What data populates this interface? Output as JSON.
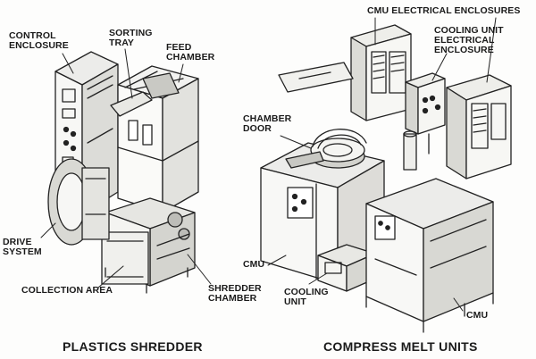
{
  "labels": {
    "control_enclosure": "CONTROL\nENCLOSURE",
    "sorting_tray": "SORTING\nTRAY",
    "feed_chamber": "FEED\nCHAMBER",
    "drive_system": "DRIVE\nSYSTEM",
    "collection_area": "COLLECTION AREA",
    "shredder_chamber": "SHREDDER\nCHAMBER",
    "cmu_electrical_enclosures": "CMU ELECTRICAL ENCLOSURES",
    "cooling_unit_electrical_enclosure": "COOLING UNIT\nELECTRICAL\nENCLOSURE",
    "chamber_door": "CHAMBER\nDOOR",
    "cmu_left": "CMU",
    "cooling_unit": "COOLING\nUNIT",
    "cmu_right": "CMU"
  },
  "captions": {
    "left": "PLASTICS SHREDDER",
    "right": "COMPRESS MELT UNITS"
  }
}
